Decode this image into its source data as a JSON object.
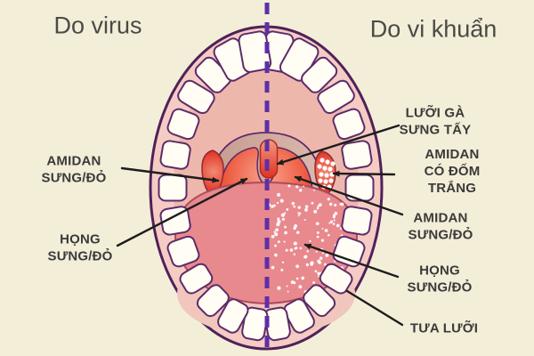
{
  "titles": {
    "left": "Do virus",
    "right": "Do vi khuẩn"
  },
  "annotations": {
    "left": [
      {
        "id": "amidan-left",
        "text": "AMIDAN\nSƯNG/ĐỎ",
        "points_to": "left tonsil"
      },
      {
        "id": "hong-left",
        "text": "HỌNG\nSƯNG/ĐỎ",
        "points_to": "throat left of uvula"
      }
    ],
    "right": [
      {
        "id": "luoi-ga",
        "text": "LƯỠI GÀ\nSƯNG TẤY",
        "points_to": "uvula"
      },
      {
        "id": "amidan-dom-trang",
        "text": "AMIDAN\nCÓ ĐỐM TRẮNG",
        "points_to": "right tonsil with white spots"
      },
      {
        "id": "amidan-right",
        "text": "AMIDAN\nSƯNG/ĐỎ",
        "points_to": "red swollen area right of uvula"
      },
      {
        "id": "hong-right",
        "text": "HỌNG\nSƯNG/ĐỎ",
        "points_to": "speckled back of tongue"
      },
      {
        "id": "tua-luoi",
        "text": "TƯA LƯỠI",
        "points_to": "tongue with white thrush speckles"
      }
    ]
  },
  "divider": {
    "style": "dashed",
    "orientation": "vertical",
    "color": "#5E2FA8"
  },
  "colors": {
    "background": "#F3EED8",
    "mouth_outline": "#4F2159",
    "lips": "#F4CCC4",
    "palate": "#EEB7AC",
    "teeth": "#FFFDF4",
    "soft_palate_arch_left": "#C59A8E",
    "soft_palate_arch_right": "#DCBAAE",
    "inflamed_red": "#DF2F22",
    "tongue": "#E8898D",
    "lower_gum": "#F1C6BC",
    "white_spots": "#FFFFFF",
    "annotation_line": "#1D1D1D",
    "label_text": "#3A3A3A",
    "title_text": "#4A4A47"
  }
}
